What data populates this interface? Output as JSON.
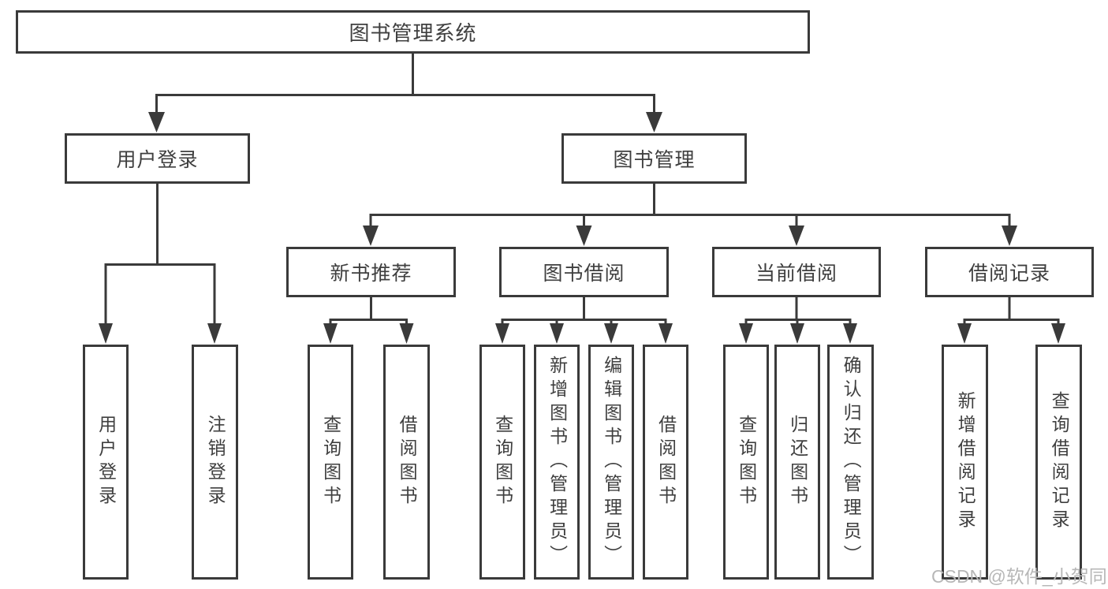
{
  "diagram": {
    "root": {
      "label": "图书管理系统",
      "children": [
        {
          "label": "用户登录",
          "children": [
            {
              "label": "用户登录"
            },
            {
              "label": "注销登录"
            }
          ]
        },
        {
          "label": "图书管理",
          "children": [
            {
              "label": "新书推荐",
              "children": [
                {
                  "label": "查询图书"
                },
                {
                  "label": "借阅图书"
                }
              ]
            },
            {
              "label": "图书借阅",
              "children": [
                {
                  "label": "查询图书"
                },
                {
                  "label": "新增图书（管理员）"
                },
                {
                  "label": "编辑图书（管理员）"
                },
                {
                  "label": "借阅图书"
                }
              ]
            },
            {
              "label": "当前借阅",
              "children": [
                {
                  "label": "查询图书"
                },
                {
                  "label": "归还图书"
                },
                {
                  "label": "确认归还（管理员）"
                }
              ]
            },
            {
              "label": "借阅记录",
              "children": [
                {
                  "label": "新增借阅记录"
                },
                {
                  "label": "查询借阅记录"
                }
              ]
            }
          ]
        }
      ]
    }
  },
  "colors": {
    "line_stroke": "#3a3a3a",
    "node_text": "#3f3f3f",
    "node_background": "#ffffff",
    "watermark_text": "#b7b7b7"
  },
  "watermark": {
    "text": "CSDN @软件_小贺同学"
  }
}
